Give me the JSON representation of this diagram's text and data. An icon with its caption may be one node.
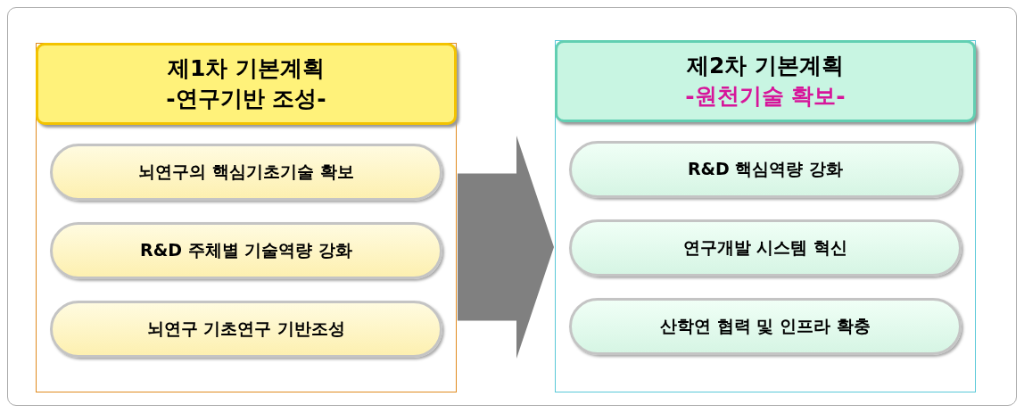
{
  "diagram": {
    "nodes": [
      {
        "text": [
          "제1차 기본계획",
          "-연구기반 조성-"
        ]
      },
      {
        "text": [
          "뇌연구의 핵심기초기술 확보"
        ],
        "in": 0
      },
      {
        "text": [
          "R&D 주체별 기술역량 강화"
        ],
        "in": 0
      },
      {
        "text": [
          "뇌연구 기초연구 기반조성"
        ],
        "in": 0
      },
      {
        "text": [
          "제2차 기본계획",
          "-원천기술 확보-"
        ]
      },
      {
        "text": [
          "R&D 핵심역량 강화"
        ],
        "in": 4
      },
      {
        "text": [
          "연구개발 시스템 혁신"
        ],
        "in": 4
      },
      {
        "text": [
          "산학연 협력 및 인프라 확충"
        ],
        "in": 4
      }
    ],
    "edges": [
      {
        "from": 0,
        "to": 4,
        "arrow": "to"
      }
    ]
  }
}
